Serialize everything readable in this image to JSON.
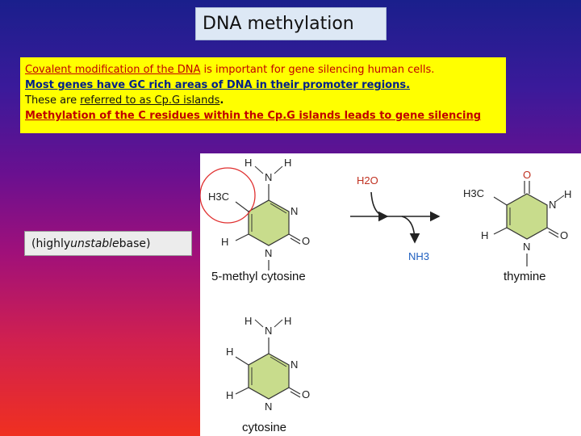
{
  "slide": {
    "title": "DNA methylation",
    "lines": [
      {
        "parts": [
          "Covalent modification of the DNA",
          " is important for gene silencing human cells."
        ]
      },
      {
        "parts": [
          "Most genes have GC rich areas of DNA in their promoter regions."
        ]
      },
      {
        "parts": [
          "These are ",
          "referred to as Cp.G islands",
          "."
        ]
      },
      {
        "parts": [
          "Methylation of the C residues within the Cp.G islands leads to gene silencing"
        ]
      }
    ],
    "note": {
      "open": "(highly ",
      "emph": "unstable",
      "close": " base)"
    }
  },
  "figure": {
    "reaction": {
      "reagent": "H2O",
      "product": "NH3"
    },
    "atoms": {
      "H": "H",
      "N": "N",
      "O": "O",
      "H3C": "H3C"
    },
    "captions": {
      "methyl_cytosine": "5-methyl cytosine",
      "thymine": "thymine",
      "cytosine": "cytosine"
    },
    "colors": {
      "ring_fill": "#c8dc8c",
      "highlight_circle": "#e03030"
    }
  }
}
